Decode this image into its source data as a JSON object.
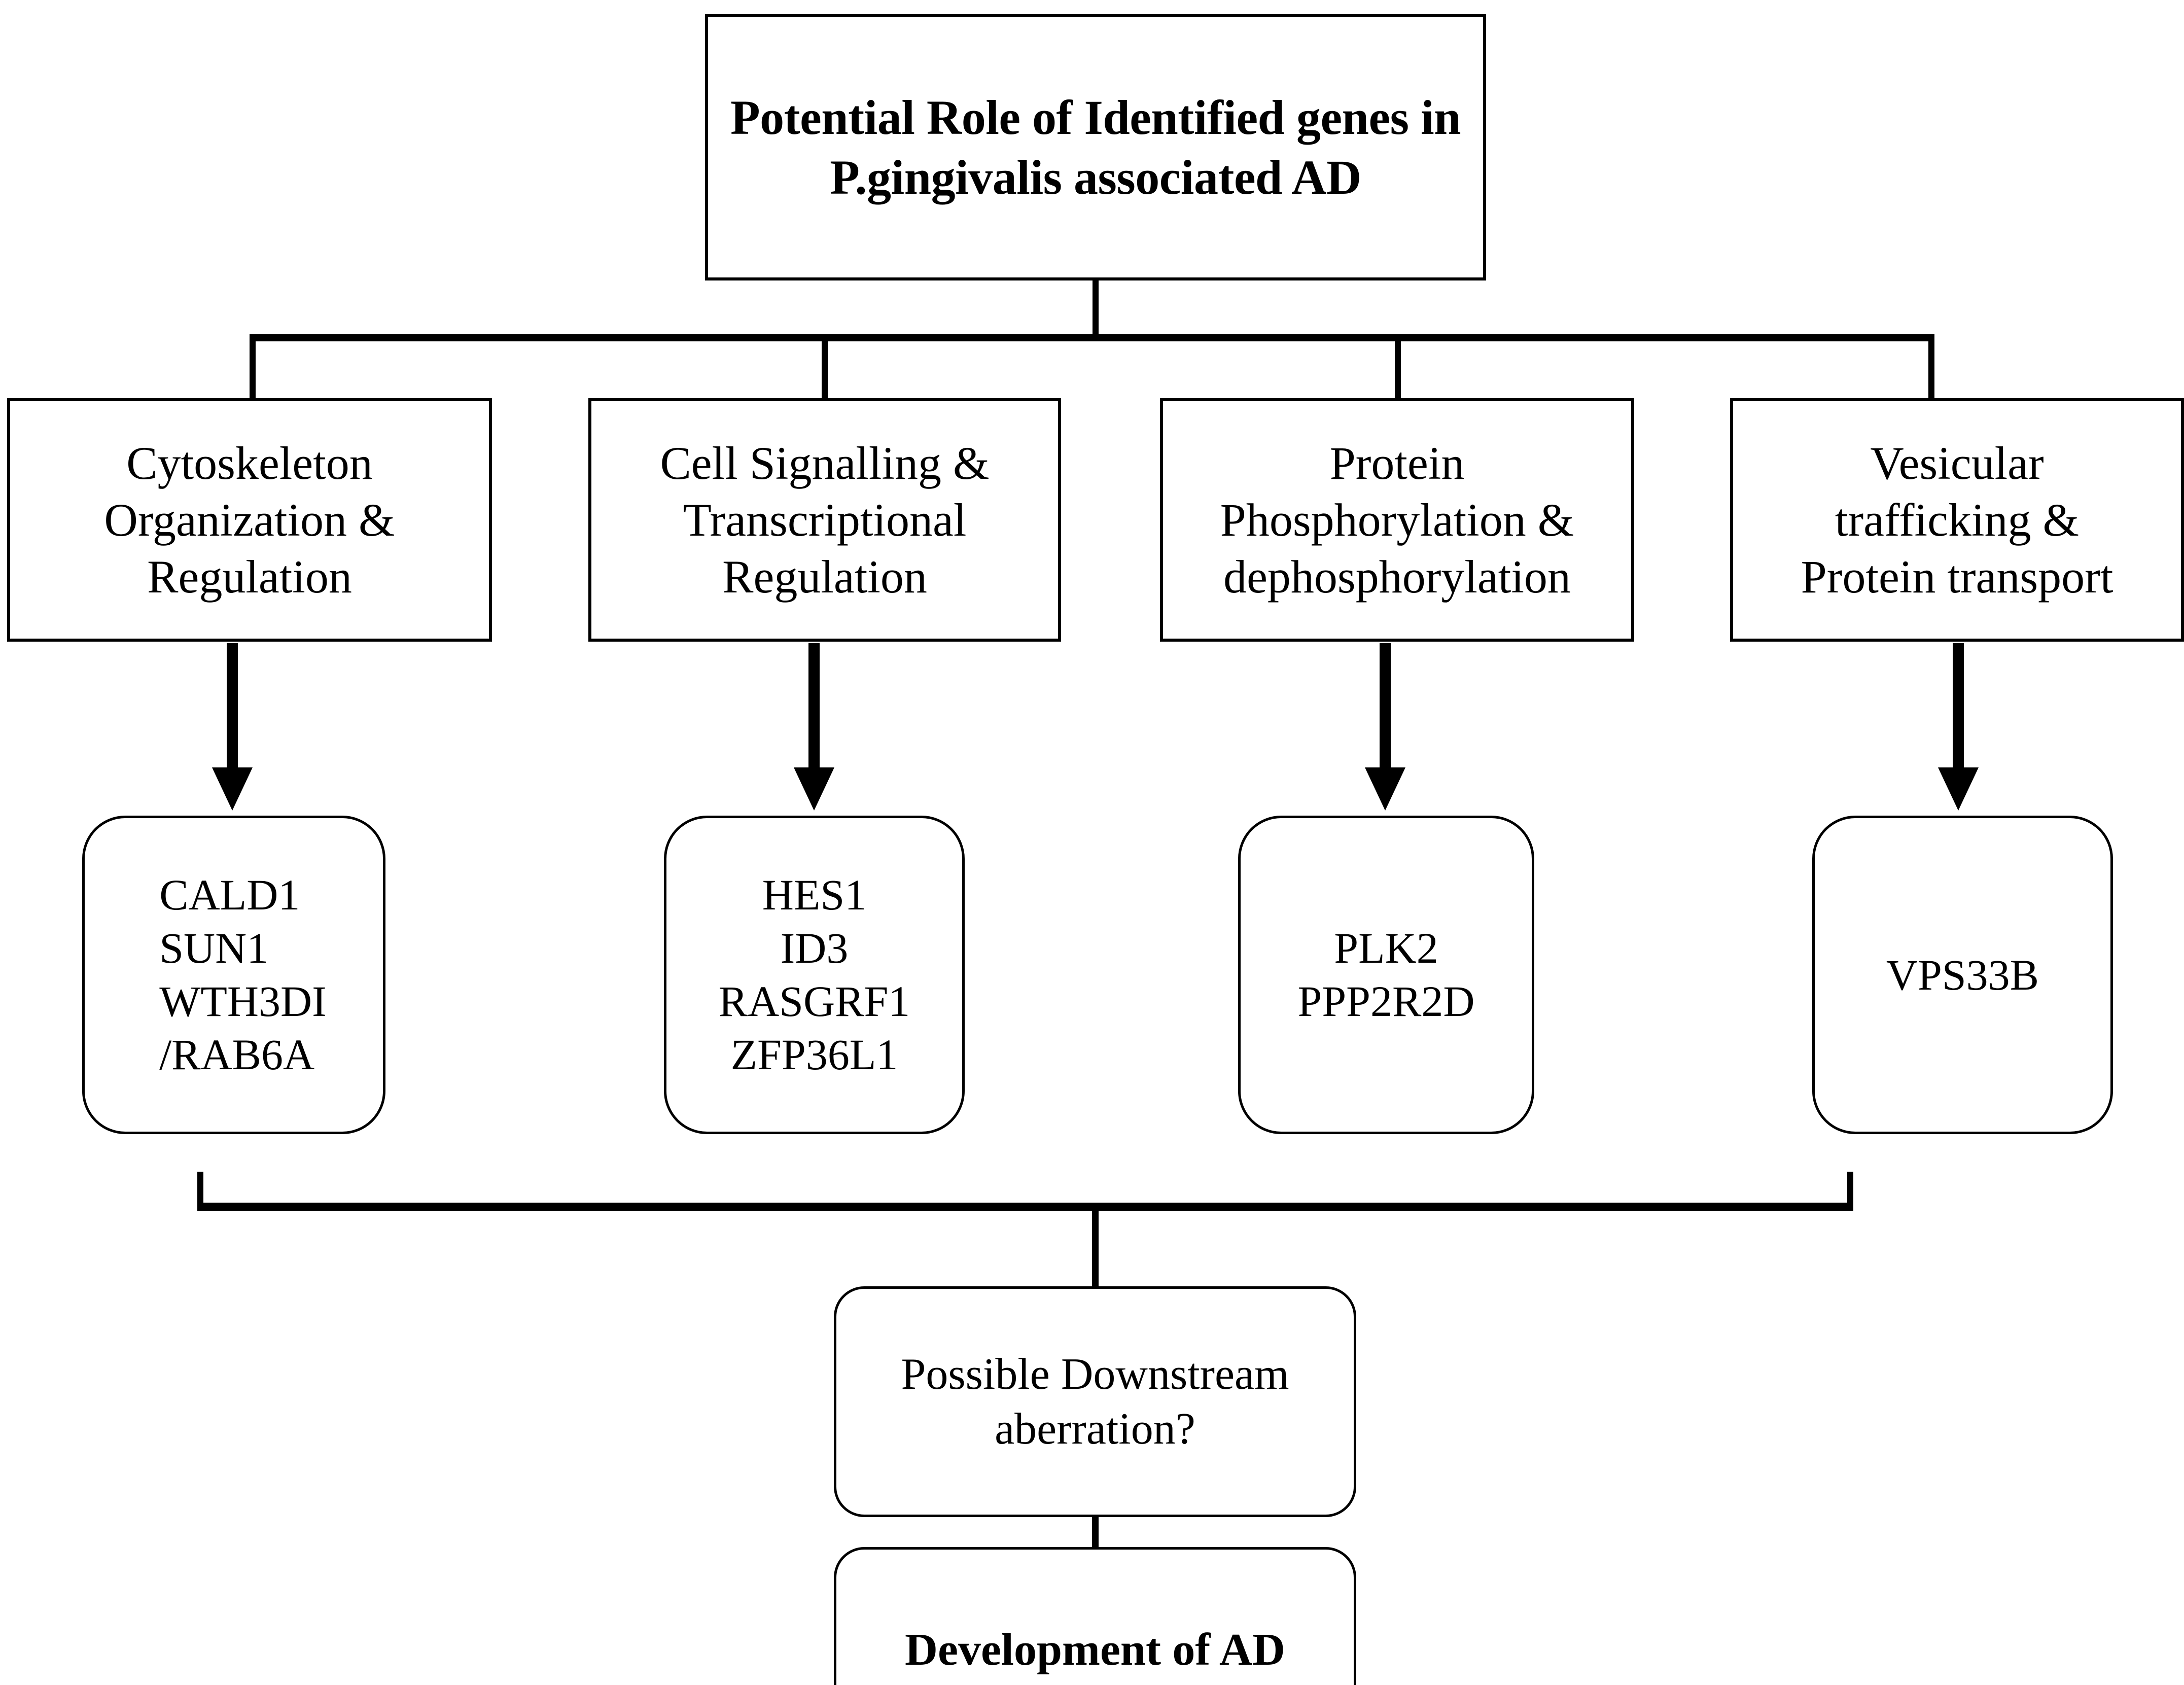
{
  "diagram": {
    "title_node": {
      "text": "Potential Role of Identified genes in P.gingivalis associated AD"
    },
    "categories": [
      {
        "label": "Cytoskeleton\nOrganization &\nRegulation"
      },
      {
        "label": "Cell Signalling &\nTranscriptional\nRegulation"
      },
      {
        "label": "Protein\nPhosphorylation &\ndephosphorylation"
      },
      {
        "label": "Vesicular\ntrafficking &\nProtein transport"
      }
    ],
    "gene_groups": [
      {
        "genes": "CALD1\nSUN1\nWTH3DI\n/RAB6A"
      },
      {
        "genes": "HES1\nID3\nRASGRF1\nZFP36L1"
      },
      {
        "genes": "PLK2\nPPP2R2D"
      },
      {
        "genes": "VPS33B"
      }
    ],
    "downstream_node": {
      "text": "Possible Downstream\naberration?"
    },
    "outcome_node": {
      "text": "Development of AD"
    },
    "colors": {
      "stroke": "#000000",
      "background": "#ffffff",
      "text": "#000000"
    }
  }
}
